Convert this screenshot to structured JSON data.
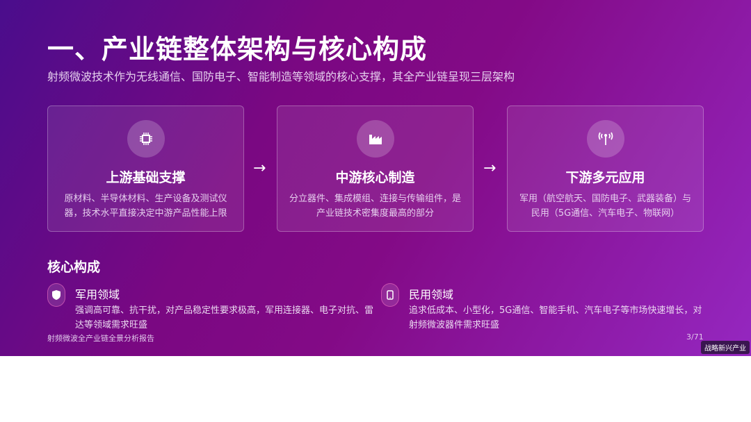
{
  "header": {
    "title": "一、产业链整体架构与核心构成",
    "subtitle": "射频微波技术作为无线通信、国防电子、智能制造等领域的核心支撑，其全产业链呈现三层架构"
  },
  "cards": [
    {
      "icon": "chip-icon",
      "title": "上游基础支撑",
      "desc": "原材料、半导体材料、生产设备及测试仪器，技术水平直接决定中游产品性能上限"
    },
    {
      "icon": "factory-icon",
      "title": "中游核心制造",
      "desc": "分立器件、集成模组、连接与传输组件，是产业链技术密集度最高的部分"
    },
    {
      "icon": "antenna-icon",
      "title": "下游多元应用",
      "desc": "军用（航空航天、国防电子、武器装备）与民用（5G通信、汽车电子、物联网）"
    }
  ],
  "section": {
    "title": "核心构成",
    "items": [
      {
        "icon": "shield-icon",
        "title": "军用领域",
        "desc": "强调高可靠、抗干扰，对产品稳定性要求极高，军用连接器、电子对抗、雷达等领域需求旺盛"
      },
      {
        "icon": "mobile-icon",
        "title": "民用领域",
        "desc": "追求低成本、小型化，5G通信、智能手机、汽车电子等市场快速增长，对射频微波器件需求旺盛"
      }
    ]
  },
  "footer": {
    "report": "射频微波全产业链全景分析报告",
    "page": "3/71",
    "badge": "战略新兴产业"
  }
}
